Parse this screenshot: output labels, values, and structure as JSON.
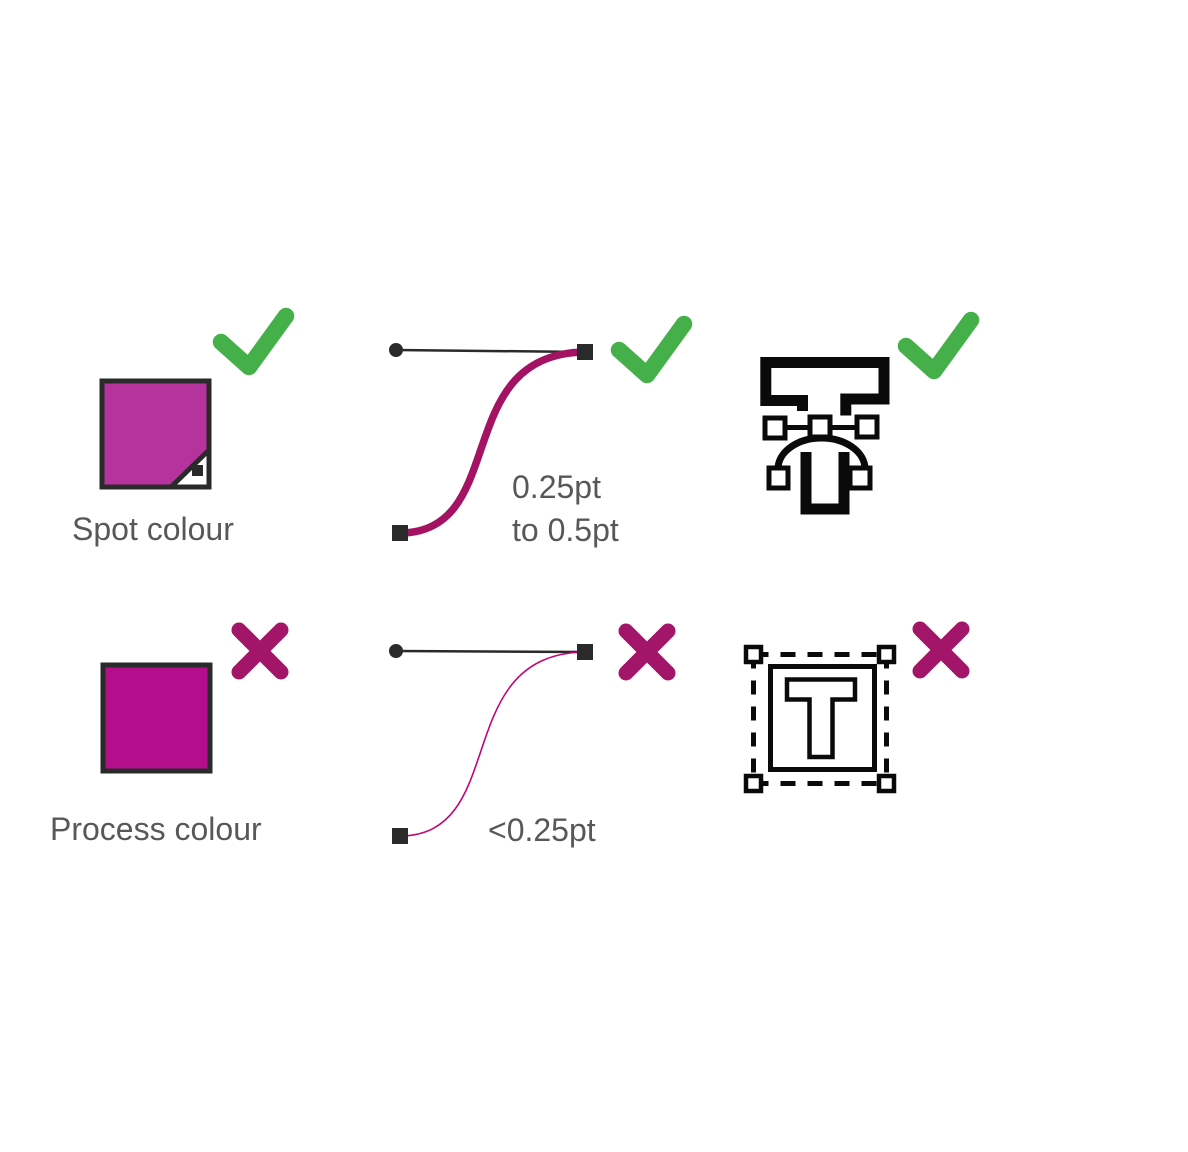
{
  "diagram": {
    "row_good": {
      "verdict": "check",
      "swatch_label": "Spot colour",
      "stroke_label_line1": "0.25pt",
      "stroke_label_line2": "to 0.5pt",
      "swatch_icon": "spot-colour-swatch",
      "stroke_icon": "bezier-curve-medium-stroke",
      "text_icon": "text-converted-to-outlines"
    },
    "row_bad": {
      "verdict": "cross",
      "swatch_label": "Process colour",
      "stroke_label": "<0.25pt",
      "swatch_icon": "process-colour-swatch",
      "stroke_icon": "bezier-curve-hairline-stroke",
      "text_icon": "live-text-bounding-box"
    }
  },
  "colors": {
    "check_green": "#45b049",
    "cross_magenta": "#a31568",
    "spot_square_fill": "#b6339d",
    "process_square_fill": "#b40e8c",
    "ok_stroke_curve": "#a41264",
    "bad_stroke_curve": "#be0779",
    "outline_dark": "#2a2a2a",
    "icon_black": "#0a0a0a",
    "label_grey": "#58585a"
  }
}
